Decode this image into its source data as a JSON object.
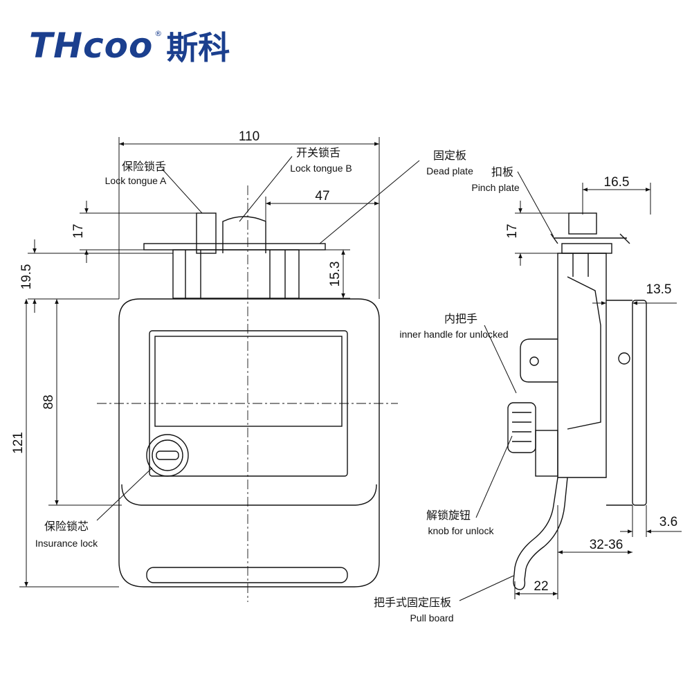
{
  "brand": {
    "name": "THcoo",
    "registered": "®",
    "chinese": "斯科",
    "color": "#1b3f8e"
  },
  "labels": {
    "lock_tongue_a": {
      "cn": "保险锁舌",
      "en": "Lock tongue A"
    },
    "lock_tongue_b": {
      "cn": "开关锁舌",
      "en": "Lock tongue B"
    },
    "dead_plate": {
      "cn": "固定板",
      "en": "Dead plate"
    },
    "pinch_plate": {
      "cn": "扣板",
      "en": "Pinch plate"
    },
    "inner_handle": {
      "cn": "内把手",
      "en": "inner handle for unlocked"
    },
    "insurance_lock": {
      "cn": "保险锁芯",
      "en": "Insurance lock"
    },
    "knob_unlock": {
      "cn": "解锁旋钮",
      "en": "knob for unlock"
    },
    "pull_board": {
      "cn": "把手式固定压板",
      "en": "Pull board"
    }
  },
  "dimensions": {
    "width_110": "110",
    "d47": "47",
    "d17_front": "17",
    "d19_5": "19.5",
    "d15_3": "15.3",
    "d88": "88",
    "d121": "121",
    "d16_5": "16.5",
    "d17_side": "17",
    "d13_5": "13.5",
    "d3_6": "3.6",
    "d32_36": "32-36",
    "d22": "22"
  }
}
